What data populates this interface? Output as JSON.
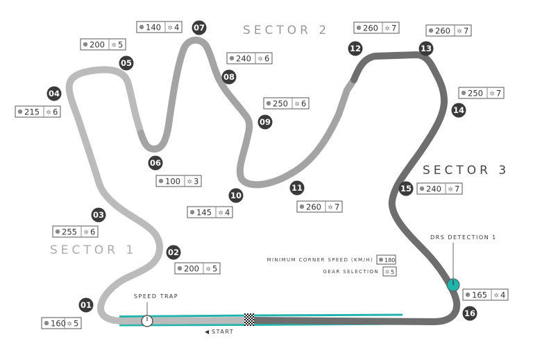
{
  "colors": {
    "sector1": "#bbbbbb",
    "sector2": "#a4a4a4",
    "sector3": "#6e6e6e",
    "drs": "#22b4ac",
    "marker": "#3a3a3a"
  },
  "sectors": [
    {
      "id": "sector1",
      "label": "SECTOR 1"
    },
    {
      "id": "sector2",
      "label": "SECTOR 2"
    },
    {
      "id": "sector3",
      "label": "SECTOR 3"
    }
  ],
  "corners": [
    {
      "num": "01",
      "speed": "160",
      "gear": "5"
    },
    {
      "num": "02",
      "speed": "200",
      "gear": "5"
    },
    {
      "num": "03",
      "speed": "255",
      "gear": "6"
    },
    {
      "num": "04",
      "speed": "215",
      "gear": "6"
    },
    {
      "num": "05",
      "speed": "200",
      "gear": "5"
    },
    {
      "num": "06",
      "speed": "100",
      "gear": "3"
    },
    {
      "num": "07",
      "speed": "140",
      "gear": "4"
    },
    {
      "num": "08",
      "speed": "240",
      "gear": "6"
    },
    {
      "num": "09",
      "speed": "250",
      "gear": "6"
    },
    {
      "num": "10",
      "speed": "145",
      "gear": "4"
    },
    {
      "num": "11",
      "speed": "260",
      "gear": "7"
    },
    {
      "num": "12",
      "speed": "260",
      "gear": "7"
    },
    {
      "num": "13",
      "speed": "260",
      "gear": "7"
    },
    {
      "num": "14",
      "speed": "250",
      "gear": "7"
    },
    {
      "num": "15",
      "speed": "240",
      "gear": "7"
    },
    {
      "num": "16",
      "speed": "165",
      "gear": "4"
    }
  ],
  "labels": {
    "speed_trap": "SPEED TRAP",
    "start": "START",
    "start_arrow": "◀",
    "drs_detection": "DRS DETECTION 1",
    "legend_speed": "MINIMUM CORNER SPEED (KM/H)",
    "legend_speed_sample": "180",
    "legend_gear": "GEAR SELECTION",
    "legend_gear_sample": "5"
  }
}
